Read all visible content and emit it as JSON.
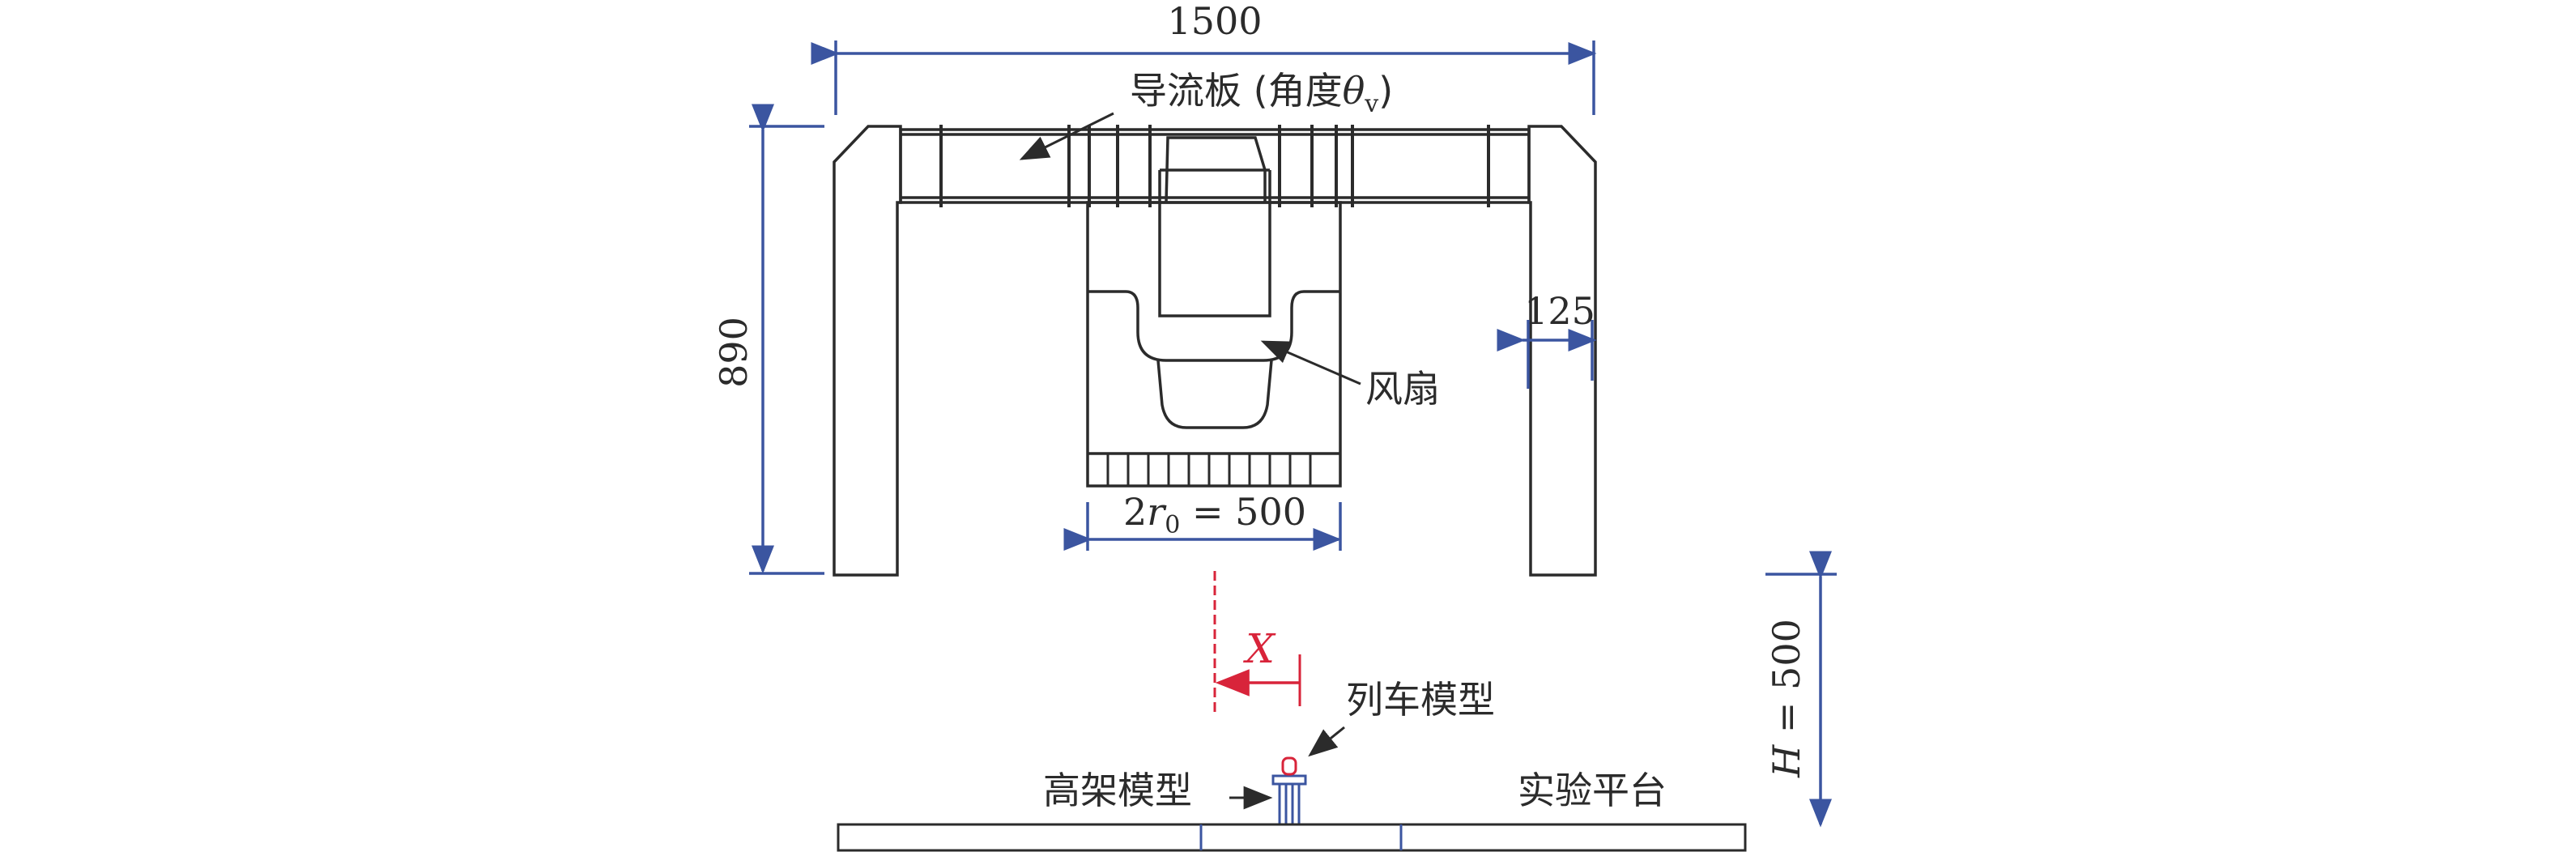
{
  "colors": {
    "structure": "#2b2b2b",
    "dimension": "#3b55a0",
    "highlight": "#d8243a",
    "background": "#ffffff"
  },
  "labels": {
    "guide_plate_text": "导流板 (角度",
    "guide_plate_symbol": "θ",
    "guide_plate_subscript": "v",
    "guide_plate_close": ")",
    "fan": "风扇",
    "train_model": "列车模型",
    "elevated_model": "高架模型",
    "test_platform": "实验平台",
    "offset_symbol": "X"
  },
  "dimensions": {
    "overall_width": "1500",
    "height": "890",
    "wall_thickness": "125",
    "nozzle_prefix": "2",
    "nozzle_symbol": "r",
    "nozzle_subscript": "0",
    "nozzle_value": " = 500",
    "platform_height_symbol": "H",
    "platform_height_value": " = 500"
  }
}
